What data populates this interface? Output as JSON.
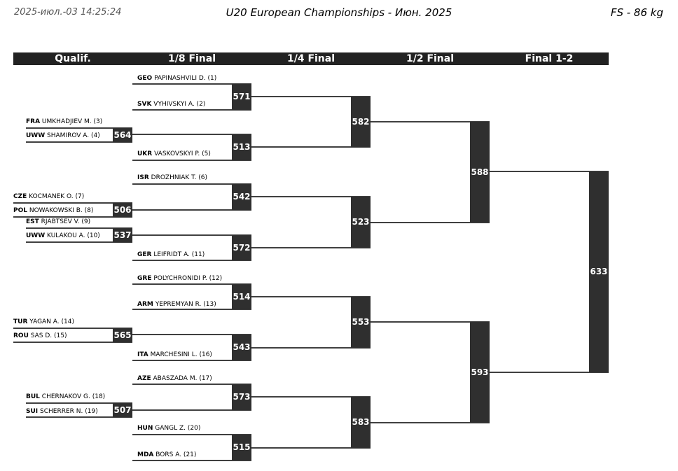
{
  "header": {
    "timestamp": "2025-июл.-03 14:25:24",
    "title": "U20 European Championships - Июн. 2025",
    "category": "FS - 86 kg"
  },
  "rounds": [
    "Qualif.",
    "1/8 Final",
    "1/4 Final",
    "1/2 Final",
    "Final 1-2"
  ],
  "athletes": [
    {
      "country": "GEO",
      "name": "PAPINASHVILI D. (1)"
    },
    {
      "country": "SVK",
      "name": "VYHIVSKYI A. (2)"
    },
    {
      "country": "FRA",
      "name": "UMKHADJIEV M. (3)"
    },
    {
      "country": "UWW",
      "name": "SHAMIROV A. (4)"
    },
    {
      "country": "UKR",
      "name": "VASKOVSKYI P. (5)"
    },
    {
      "country": "ISR",
      "name": "DROZHNIAK T. (6)"
    },
    {
      "country": "CZE",
      "name": "KOCMANEK O. (7)"
    },
    {
      "country": "POL",
      "name": "NOWAKOWSKI B. (8)"
    },
    {
      "country": "EST",
      "name": "RJABTSEV V. (9)"
    },
    {
      "country": "UWW",
      "name": "KULAKOU A. (10)"
    },
    {
      "country": "GER",
      "name": "LEIFRIDT A. (11)"
    },
    {
      "country": "GRE",
      "name": "POLYCHRONIDI P. (12)"
    },
    {
      "country": "ARM",
      "name": "YEPREMYAN R. (13)"
    },
    {
      "country": "TUR",
      "name": "YAGAN A. (14)"
    },
    {
      "country": "ROU",
      "name": "SAS D. (15)"
    },
    {
      "country": "ITA",
      "name": "MARCHESINI L. (16)"
    },
    {
      "country": "AZE",
      "name": "ABASZADA M. (17)"
    },
    {
      "country": "BUL",
      "name": "CHERNAKOV G. (18)"
    },
    {
      "country": "SUI",
      "name": "SCHERRER N. (19)"
    },
    {
      "country": "HUN",
      "name": "GANGL Z. (20)"
    },
    {
      "country": "MDA",
      "name": "BORS A. (21)"
    }
  ],
  "bouts": {
    "q1": "564",
    "q2": "506",
    "q3": "537",
    "q4": "565",
    "q5": "507",
    "r16_1": "571",
    "r16_2": "513",
    "r16_3": "542",
    "r16_4": "572",
    "r16_5": "514",
    "r16_6": "543",
    "r16_7": "573",
    "r16_8": "515",
    "qf1": "582",
    "qf2": "523",
    "qf3": "553",
    "qf4": "583",
    "sf1": "588",
    "sf2": "593",
    "final": "633"
  }
}
